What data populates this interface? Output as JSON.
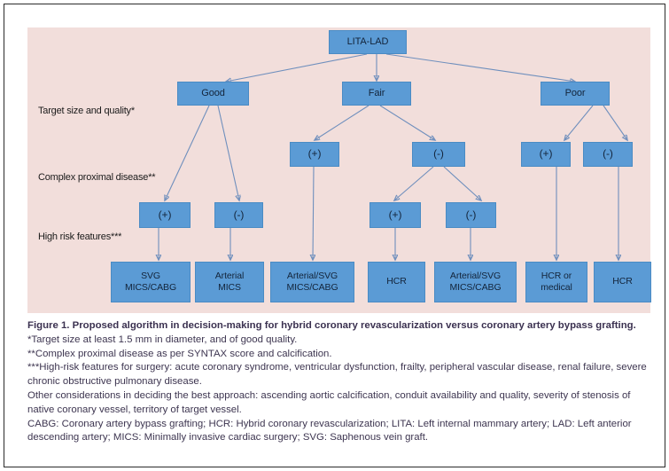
{
  "figure": {
    "background_color": "#f2dedb",
    "node_color": "#5b9bd5",
    "connector_color": "#6f8fbd",
    "caption_text_color": "#3d3550"
  },
  "row_labels": [
    {
      "id": "target-size-and-quality",
      "text": "Target size and quality*"
    },
    {
      "id": "complex-proximal-disease",
      "text": "Complex proximal disease**"
    },
    {
      "id": "high-risk-features",
      "text": "High risk features***"
    }
  ],
  "nodes": {
    "root": {
      "label": "LITA-LAD"
    },
    "quality": [
      {
        "id": "good",
        "label": "Good"
      },
      {
        "id": "fair",
        "label": "Fair"
      },
      {
        "id": "poor",
        "label": "Poor"
      }
    ],
    "proximal": [
      {
        "id": "fair-plus",
        "label": "(+)"
      },
      {
        "id": "fair-minus",
        "label": "(-)"
      },
      {
        "id": "poor-plus",
        "label": "(+)"
      },
      {
        "id": "poor-minus",
        "label": "(-)"
      }
    ],
    "risk": [
      {
        "id": "good-plus",
        "label": "(+)"
      },
      {
        "id": "good-minus",
        "label": "(-)"
      },
      {
        "id": "fairminus-plus",
        "label": "(+)"
      },
      {
        "id": "fairminus-minus",
        "label": "(-)"
      }
    ],
    "outcomes": [
      {
        "id": "svg-mics-cabg",
        "line1": "SVG",
        "line2": "MICS/CABG"
      },
      {
        "id": "arterial-mics",
        "line1": "Arterial",
        "line2": "MICS"
      },
      {
        "id": "arterial-svg-mics-cabg-1",
        "line1": "Arterial/SVG",
        "line2": "MICS/CABG"
      },
      {
        "id": "hcr-1",
        "line1": "HCR",
        "line2": ""
      },
      {
        "id": "arterial-svg-mics-cabg-2",
        "line1": "Arterial/SVG",
        "line2": "MICS/CABG"
      },
      {
        "id": "hcr-or-medical",
        "line1": "HCR or",
        "line2": "medical"
      },
      {
        "id": "hcr-2",
        "line1": "HCR",
        "line2": ""
      }
    ]
  },
  "caption": {
    "title": "Figure 1. Proposed algorithm in decision-making for hybrid coronary revascularization versus coronary artery bypass grafting.",
    "notes": [
      "*Target size at least 1.5 mm in diameter, and of good quality.",
      "**Complex proximal disease as per SYNTAX score and calcification.",
      "***High-risk features for surgery: acute coronary syndrome, ventricular dysfunction, frailty, peripheral vascular disease, renal failure, severe chronic obstructive pulmonary disease.",
      "Other considerations in deciding the best approach: ascending aortic calcification, conduit availability and quality, severity of stenosis of native coronary vessel, territory of target vessel.",
      "CABG: Coronary artery bypass grafting; HCR: Hybrid coronary revascularization; LITA: Left internal mammary artery; LAD: Left anterior descending artery; MICS: Minimally invasive cardiac surgery; SVG: Saphenous vein graft."
    ]
  }
}
